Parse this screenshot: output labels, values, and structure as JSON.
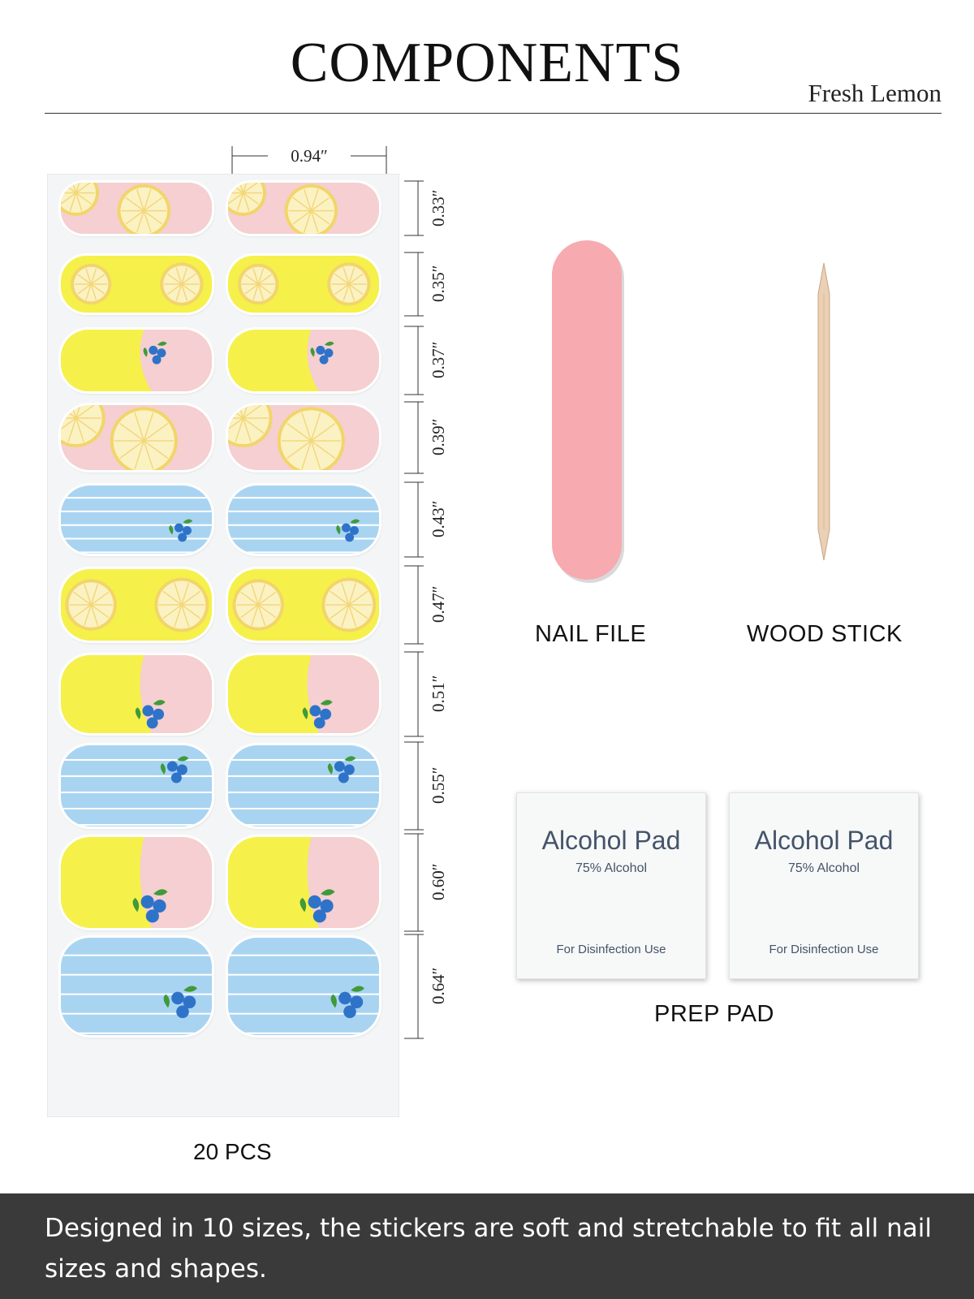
{
  "header": {
    "title": "COMPONENTS",
    "subtitle": "Fresh Lemon"
  },
  "sheet": {
    "width_label": "0.94″",
    "sizes": [
      "0.33″",
      "0.35″",
      "0.37″",
      "0.39″",
      "0.43″",
      "0.47″",
      "0.51″",
      "0.55″",
      "0.60″",
      "0.64″"
    ],
    "designs": [
      "lemon-slice-pink",
      "lemon-yellow",
      "half-yellow-pink-blueberry-top",
      "lemon-slice-pink",
      "blue-stripe-blueberry",
      "lemon-yellow",
      "half-yellow-pink-blueberry",
      "blue-stripe-blueberry-top",
      "half-yellow-pink-blueberry",
      "blue-stripe-blueberry"
    ],
    "count_label": "20 PCS"
  },
  "tools": {
    "nail_file_label": "NAIL FILE",
    "wood_stick_label": "WOOD STICK",
    "prep_pad_label": "PREP PAD"
  },
  "pads": [
    {
      "title": "Alcohol Pad",
      "subtitle": "75% Alcohol",
      "use": "For Disinfection Use"
    },
    {
      "title": "Alcohol Pad",
      "subtitle": "75% Alcohol",
      "use": "For Disinfection Use"
    }
  ],
  "banner": {
    "text": "Designed in 10 sizes, the stickers are soft and stretchable to fit all nail sizes and shapes."
  },
  "colors": {
    "pink": "#f5cfd1",
    "yellow": "#f6f04a",
    "blue": "#a9d4f1",
    "lemon": "#fbf2c4",
    "blueberry": "#2f73c9",
    "leaf": "#3f9a3a",
    "file_pink": "#f7aab0",
    "wood": "#e9c9a8",
    "banner": "#3a3a3a"
  }
}
